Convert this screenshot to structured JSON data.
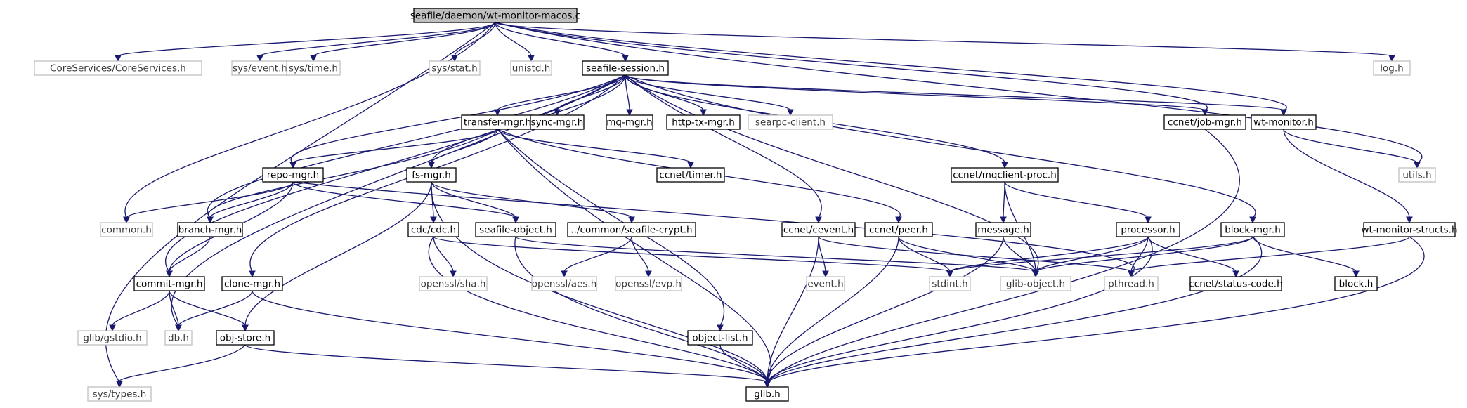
{
  "graph": {
    "edge_color": "#191970",
    "root_fill": "#bfbfbf",
    "nodes": {
      "root": "seafile/daemon/wt-monitor-macos.c",
      "coreservices": "CoreServices/CoreServices.h",
      "sys_event": "sys/event.h",
      "sys_time": "sys/time.h",
      "sys_stat": "sys/stat.h",
      "unistd": "unistd.h",
      "seafile_session": "seafile-session.h",
      "log": "log.h",
      "transfer_mgr": "transfer-mgr.h",
      "sync_mgr": "sync-mgr.h",
      "mq_mgr": "mq-mgr.h",
      "http_tx_mgr": "http-tx-mgr.h",
      "searpc_client": "searpc-client.h",
      "ccnet_job_mgr": "ccnet/job-mgr.h",
      "wt_monitor": "wt-monitor.h",
      "utils": "utils.h",
      "repo_mgr": "repo-mgr.h",
      "fs_mgr": "fs-mgr.h",
      "ccnet_timer": "ccnet/timer.h",
      "ccnet_mqclient_proc": "ccnet/mqclient-proc.h",
      "common": "common.h",
      "branch_mgr": "branch-mgr.h",
      "cdc": "cdc/cdc.h",
      "seafile_object": "seafile-object.h",
      "seafile_crypt": "../common/seafile-crypt.h",
      "ccnet_cevent": "ccnet/cevent.h",
      "ccnet_peer": "ccnet/peer.h",
      "message": "message.h",
      "processor": "processor.h",
      "block_mgr": "block-mgr.h",
      "wt_monitor_structs": "wt-monitor-structs.h",
      "commit_mgr": "commit-mgr.h",
      "clone_mgr": "clone-mgr.h",
      "openssl_sha": "openssl/sha.h",
      "openssl_aes": "openssl/aes.h",
      "openssl_evp": "openssl/evp.h",
      "event": "event.h",
      "stdint": "stdint.h",
      "glib_object": "glib-object.h",
      "pthread": "pthread.h",
      "ccnet_status_code": "ccnet/status-code.h",
      "block": "block.h",
      "glib_gstdio": "glib/gstdio.h",
      "db": "db.h",
      "obj_store": "obj-store.h",
      "object_list": "object-list.h",
      "sys_types": "sys/types.h",
      "glib": "glib.h"
    },
    "edges": [
      [
        "root",
        "coreservices"
      ],
      [
        "root",
        "sys_event"
      ],
      [
        "root",
        "sys_time"
      ],
      [
        "root",
        "sys_stat"
      ],
      [
        "root",
        "unistd"
      ],
      [
        "root",
        "seafile_session"
      ],
      [
        "root",
        "log"
      ],
      [
        "root",
        "utils"
      ],
      [
        "root",
        "ccnet_job_mgr"
      ],
      [
        "root",
        "wt_monitor"
      ],
      [
        "root",
        "common"
      ],
      [
        "root",
        "sys_types"
      ],
      [
        "seafile_session",
        "transfer_mgr"
      ],
      [
        "seafile_session",
        "sync_mgr"
      ],
      [
        "seafile_session",
        "mq_mgr"
      ],
      [
        "seafile_session",
        "http_tx_mgr"
      ],
      [
        "seafile_session",
        "searpc_client"
      ],
      [
        "seafile_session",
        "ccnet_job_mgr"
      ],
      [
        "seafile_session",
        "wt_monitor"
      ],
      [
        "seafile_session",
        "repo_mgr"
      ],
      [
        "seafile_session",
        "fs_mgr"
      ],
      [
        "seafile_session",
        "ccnet_mqclient_proc"
      ],
      [
        "seafile_session",
        "ccnet_cevent"
      ],
      [
        "seafile_session",
        "block_mgr"
      ],
      [
        "seafile_session",
        "branch_mgr"
      ],
      [
        "seafile_session",
        "commit_mgr"
      ],
      [
        "seafile_session",
        "clone_mgr"
      ],
      [
        "seafile_session",
        "db"
      ],
      [
        "seafile_session",
        "glib_object"
      ],
      [
        "transfer_mgr",
        "repo_mgr"
      ],
      [
        "transfer_mgr",
        "fs_mgr"
      ],
      [
        "transfer_mgr",
        "ccnet_timer"
      ],
      [
        "transfer_mgr",
        "ccnet_peer"
      ],
      [
        "transfer_mgr",
        "branch_mgr"
      ],
      [
        "transfer_mgr",
        "object_list"
      ],
      [
        "transfer_mgr",
        "glib"
      ],
      [
        "ccnet_job_mgr",
        "glib"
      ],
      [
        "wt_monitor",
        "utils"
      ],
      [
        "wt_monitor",
        "wt_monitor_structs"
      ],
      [
        "repo_mgr",
        "common"
      ],
      [
        "repo_mgr",
        "branch_mgr"
      ],
      [
        "repo_mgr",
        "commit_mgr"
      ],
      [
        "repo_mgr",
        "seafile_object"
      ],
      [
        "repo_mgr",
        "pthread"
      ],
      [
        "fs_mgr",
        "cdc"
      ],
      [
        "fs_mgr",
        "seafile_object"
      ],
      [
        "fs_mgr",
        "seafile_crypt"
      ],
      [
        "fs_mgr",
        "obj_store"
      ],
      [
        "fs_mgr",
        "glib"
      ],
      [
        "ccnet_mqclient_proc",
        "message"
      ],
      [
        "ccnet_mqclient_proc",
        "glib_object"
      ],
      [
        "ccnet_mqclient_proc",
        "processor"
      ],
      [
        "branch_mgr",
        "commit_mgr"
      ],
      [
        "cdc",
        "openssl_sha"
      ],
      [
        "cdc",
        "stdint"
      ],
      [
        "cdc",
        "glib"
      ],
      [
        "seafile_object",
        "glib_object"
      ],
      [
        "seafile_object",
        "glib"
      ],
      [
        "seafile_crypt",
        "openssl_aes"
      ],
      [
        "seafile_crypt",
        "openssl_evp"
      ],
      [
        "ccnet_cevent",
        "event"
      ],
      [
        "ccnet_cevent",
        "pthread"
      ],
      [
        "ccnet_cevent",
        "glib"
      ],
      [
        "ccnet_peer",
        "stdint"
      ],
      [
        "ccnet_peer",
        "glib_object"
      ],
      [
        "ccnet_peer",
        "glib"
      ],
      [
        "message",
        "glib_object"
      ],
      [
        "message",
        "glib"
      ],
      [
        "processor",
        "stdint"
      ],
      [
        "processor",
        "glib_object"
      ],
      [
        "processor",
        "pthread"
      ],
      [
        "processor",
        "ccnet_status_code"
      ],
      [
        "processor",
        "glib"
      ],
      [
        "block_mgr",
        "stdint"
      ],
      [
        "block_mgr",
        "glib_object"
      ],
      [
        "block_mgr",
        "block"
      ],
      [
        "block_mgr",
        "glib"
      ],
      [
        "wt_monitor_structs",
        "pthread"
      ],
      [
        "wt_monitor_structs",
        "glib"
      ],
      [
        "commit_mgr",
        "glib_gstdio"
      ],
      [
        "commit_mgr",
        "db"
      ],
      [
        "commit_mgr",
        "obj_store"
      ],
      [
        "clone_mgr",
        "db"
      ],
      [
        "clone_mgr",
        "glib"
      ],
      [
        "obj_store",
        "sys_types"
      ],
      [
        "obj_store",
        "glib"
      ],
      [
        "object_list",
        "glib"
      ]
    ]
  }
}
